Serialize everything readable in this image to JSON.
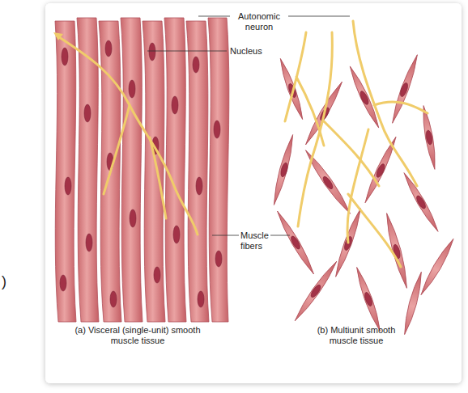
{
  "diagram": {
    "labels": [
      "Autonomic neuron",
      "Nucleus",
      "Muscle fibers",
      "(a) Visceral (single-unit) smooth muscle tissue",
      "(b) Multiunit smooth muscle tissue",
      ")"
    ]
  }
}
